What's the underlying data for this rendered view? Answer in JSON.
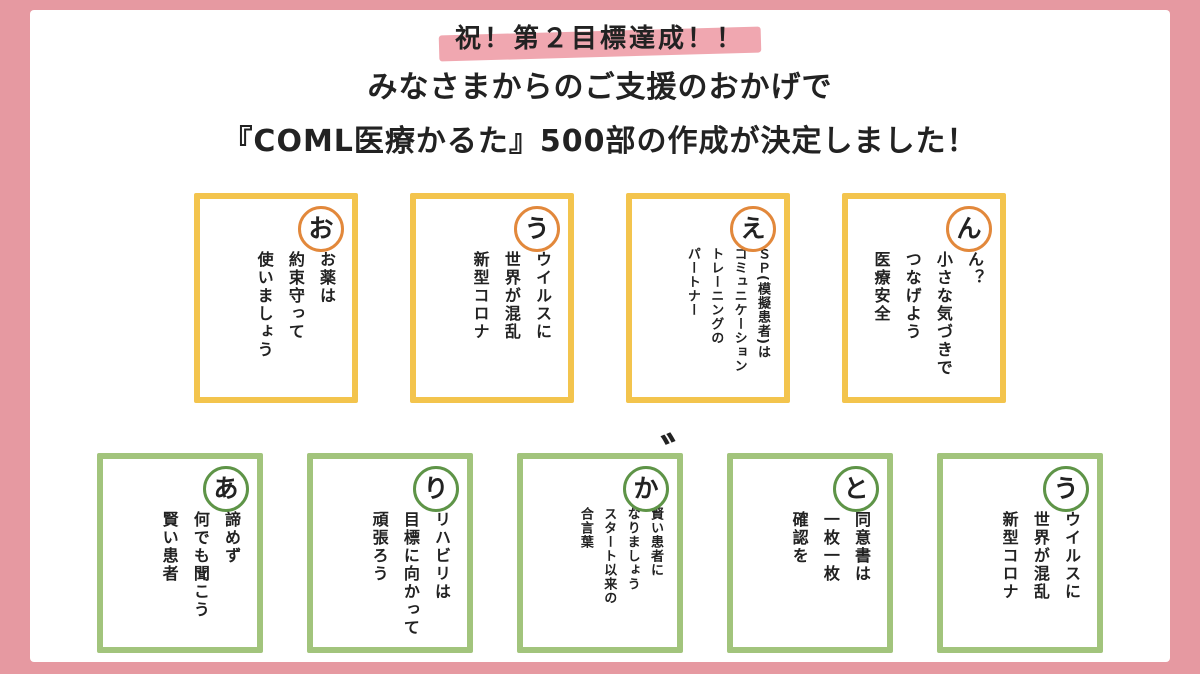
{
  "page": {
    "banner": "祝！第２目標達成！！",
    "heading_line1": "みなさまからのご支援のおかげで",
    "heading_line2": "『COML医療かるた』500部の作成が決定しました！"
  },
  "colors": {
    "frame_pink": "#e699a1",
    "highlight_pink": "#f0a7b0",
    "card_yellow": "#f3c44d",
    "badge_orange": "#e2883b",
    "card_green": "#a2c47c",
    "badge_green": "#5e9447",
    "text": "#222222"
  },
  "rows": [
    {
      "theme": "yellow",
      "cards": [
        {
          "kana": "お",
          "text": "お薬は\n約束守って\n使いましょう"
        },
        {
          "kana": "う",
          "text": "ウイルスに\n世界が混乱\n新型コロナ"
        },
        {
          "kana": "え",
          "text": "ＳＰ(模擬患者)は\nコミュニケーション\nトレーニングの\nパートナー"
        },
        {
          "kana": "ん",
          "text": "ん？\n小さな気づきで\nつなげよう\n医療安全"
        }
      ]
    },
    {
      "theme": "green",
      "cards": [
        {
          "kana": "あ",
          "text": "諦めず\n何でも聞こう\n賢い患者"
        },
        {
          "kana": "り",
          "text": "リハビリは\n目標に向かって\n頑張ろう"
        },
        {
          "kana": "か",
          "dakuten": "゛",
          "text": "賢い患者に\nなりましょう\nスタート以来の\n合言葉"
        },
        {
          "kana": "と",
          "text": "同意書は\n一枚一枚\n確認を"
        },
        {
          "kana": "う",
          "text": "ウイルスに\n世界が混乱\n新型コロナ"
        }
      ]
    }
  ]
}
